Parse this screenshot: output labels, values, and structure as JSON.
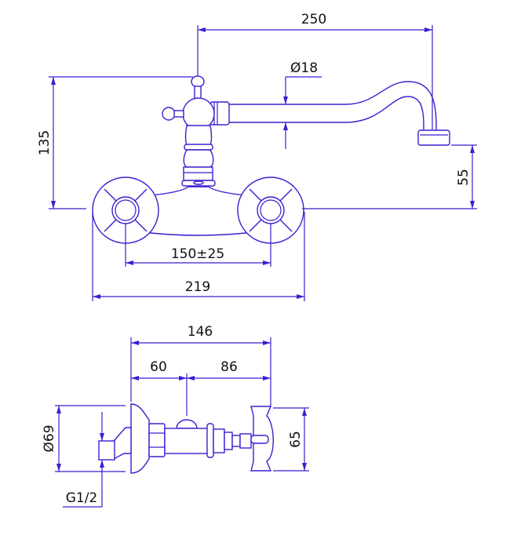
{
  "drawing": {
    "front_view": {
      "dimensions": {
        "spout_reach": "250",
        "spout_diameter": "Ø18",
        "overall_height": "135",
        "outlet_height": "55",
        "centre_distance": "150±25",
        "overall_width": "219"
      }
    },
    "side_view": {
      "dimensions": {
        "total_depth": "146",
        "wall_to_spout": "60",
        "spout_to_handle": "86",
        "flange_diameter": "Ø69",
        "connection_thread": "G1/2",
        "handle_size": "65"
      }
    },
    "line_color": "#3b1fd0"
  }
}
